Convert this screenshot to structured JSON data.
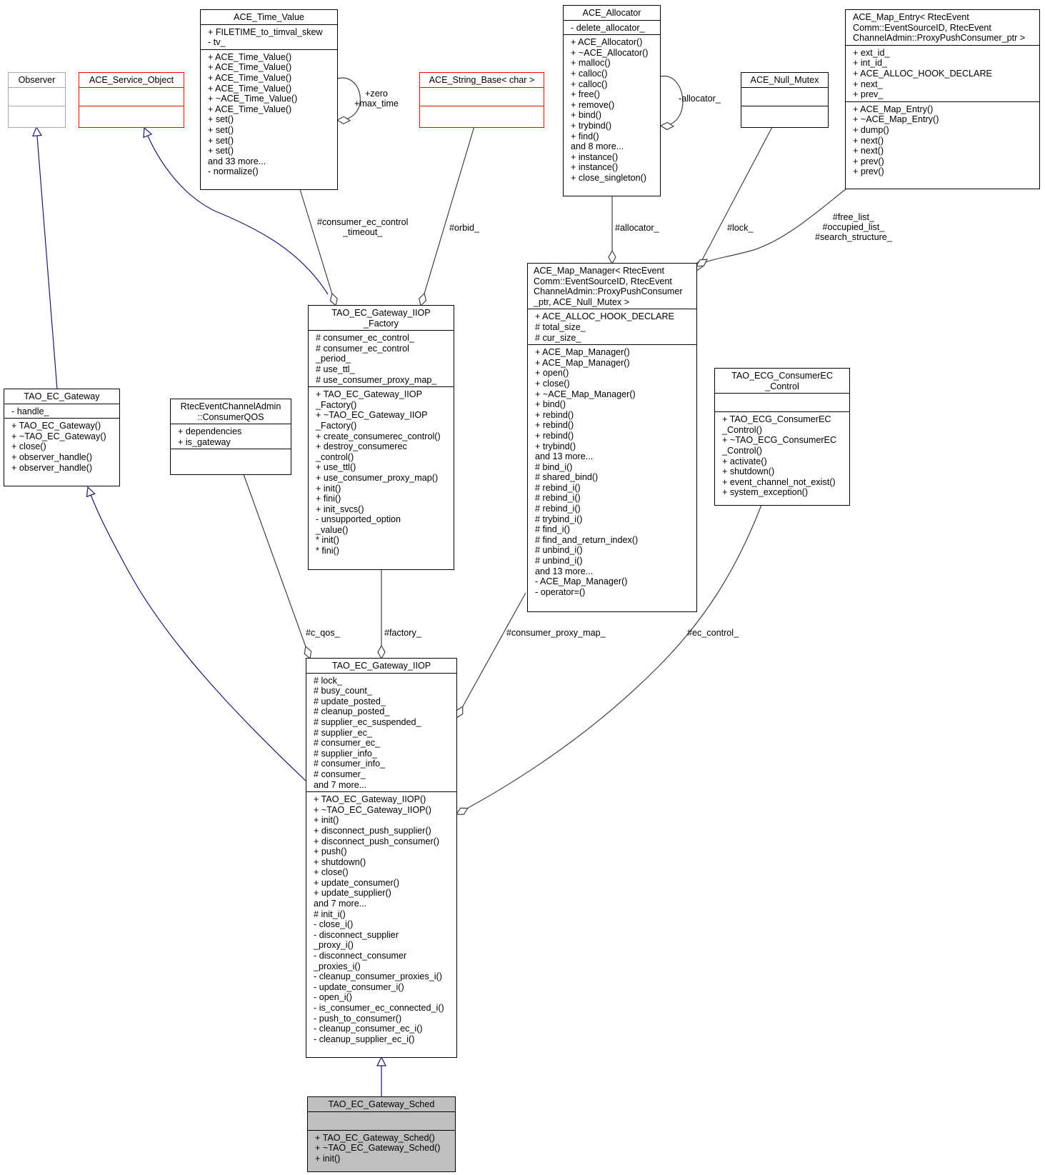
{
  "classes": {
    "observer": {
      "name": "Observer",
      "attributes": "",
      "methods": ""
    },
    "ace_service_object": {
      "name": "ACE_Service_Object",
      "attributes": "",
      "methods": ""
    },
    "ace_time_value": {
      "name": "ACE_Time_Value",
      "attributes": "+ FILETIME_to_timval_skew\n- tv_",
      "methods": "+ ACE_Time_Value()\n+ ACE_Time_Value()\n+ ACE_Time_Value()\n+ ACE_Time_Value()\n+ ~ACE_Time_Value()\n+ ACE_Time_Value()\n+ set()\n+ set()\n+ set()\n+ set()\nand 33 more...\n- normalize()"
    },
    "ace_string_base": {
      "name": "ACE_String_Base< char >",
      "attributes": "",
      "methods": ""
    },
    "ace_allocator": {
      "name": "ACE_Allocator",
      "attributes": "- delete_allocator_",
      "methods": "+ ACE_Allocator()\n+ ~ACE_Allocator()\n+ malloc()\n+ calloc()\n+ calloc()\n+ free()\n+ remove()\n+ bind()\n+ trybind()\n+ find()\nand 8 more...\n+ instance()\n+ instance()\n+ close_singleton()"
    },
    "ace_null_mutex": {
      "name": "ACE_Null_Mutex",
      "attributes": "",
      "methods": ""
    },
    "ace_map_entry": {
      "name": "ACE_Map_Entry< RtecEvent\nComm::EventSourceID, RtecEvent\nChannelAdmin::ProxyPushConsumer_ptr >",
      "attributes": "+ ext_id_\n+ int_id_\n+ ACE_ALLOC_HOOK_DECLARE\n+ next_\n+ prev_",
      "methods": "+ ACE_Map_Entry()\n+ ~ACE_Map_Entry()\n+ dump()\n+ next()\n+ next()\n+ prev()\n+ prev()"
    },
    "tao_ec_gateway": {
      "name": "TAO_EC_Gateway",
      "attributes": "- handle_",
      "methods": "+ TAO_EC_Gateway()\n+ ~TAO_EC_Gateway()\n+ close()\n+ observer_handle()\n+ observer_handle()"
    },
    "consumer_qos": {
      "name": "RtecEventChannelAdmin\n::ConsumerQOS",
      "attributes": "+ dependencies\n+ is_gateway",
      "methods": ""
    },
    "iiop_factory": {
      "name": "TAO_EC_Gateway_IIOP\n_Factory",
      "attributes": "# consumer_ec_control_\n# consumer_ec_control\n_period_\n# use_ttl_\n# use_consumer_proxy_map_",
      "methods": "+ TAO_EC_Gateway_IIOP\n_Factory()\n+ ~TAO_EC_Gateway_IIOP\n_Factory()\n+ create_consumerec_control()\n+ destroy_consumerec\n_control()\n+ use_ttl()\n+ use_consumer_proxy_map()\n+ init()\n+ fini()\n+ init_svcs()\n- unsupported_option\n_value()\n* init()\n* fini()"
    },
    "ace_map_manager": {
      "name": "ACE_Map_Manager< RtecEvent\nComm::EventSourceID, RtecEvent\nChannelAdmin::ProxyPushConsumer\n_ptr, ACE_Null_Mutex >",
      "attributes": "+ ACE_ALLOC_HOOK_DECLARE\n# total_size_\n# cur_size_",
      "methods": "+ ACE_Map_Manager()\n+ ACE_Map_Manager()\n+ open()\n+ close()\n+ ~ACE_Map_Manager()\n+ bind()\n+ rebind()\n+ rebind()\n+ rebind()\n+ trybind()\nand 13 more...\n# bind_i()\n# shared_bind()\n# rebind_i()\n# rebind_i()\n# rebind_i()\n# trybind_i()\n# find_i()\n# find_and_return_index()\n# unbind_i()\n# unbind_i()\nand 13 more...\n- ACE_Map_Manager()\n- operator=()"
    },
    "consumer_ec_control": {
      "name": "TAO_ECG_ConsumerEC\n_Control",
      "attributes": "",
      "methods": "+ TAO_ECG_ConsumerEC\n_Control()\n+ ~TAO_ECG_ConsumerEC\n_Control()\n+ activate()\n+ shutdown()\n+ event_channel_not_exist()\n+ system_exception()"
    },
    "gateway_iiop": {
      "name": "TAO_EC_Gateway_IIOP",
      "attributes": "# lock_\n# busy_count_\n# update_posted_\n# cleanup_posted_\n# supplier_ec_suspended_\n# supplier_ec_\n# consumer_ec_\n# supplier_info_\n# consumer_info_\n# consumer_\nand 7 more...",
      "methods": "+ TAO_EC_Gateway_IIOP()\n+ ~TAO_EC_Gateway_IIOP()\n+ init()\n+ disconnect_push_supplier()\n+ disconnect_push_consumer()\n+ push()\n+ shutdown()\n+ close()\n+ update_consumer()\n+ update_supplier()\nand 7 more...\n# init_i()\n- close_i()\n- disconnect_supplier\n_proxy_i()\n- disconnect_consumer\n_proxies_i()\n- cleanup_consumer_proxies_i()\n- update_consumer_i()\n- open_i()\n- is_consumer_ec_connected_i()\n- push_to_consumer()\n- cleanup_consumer_ec_i()\n- cleanup_supplier_ec_i()"
    },
    "gateway_sched": {
      "name": "TAO_EC_Gateway_Sched",
      "attributes": "",
      "methods": "+ TAO_EC_Gateway_Sched()\n+ ~TAO_EC_Gateway_Sched()\n+ init()"
    }
  },
  "edge_labels": {
    "zero_max_time": "+zero\n+max_time",
    "allocator_self": "-allocator_",
    "consumer_ec_control_timeout": "#consumer_ec_control\n_timeout_",
    "orbid": "#orbid_",
    "allocator": "#allocator_",
    "lock": "#lock_",
    "free_list": "#free_list_\n#occupied_list_\n#search_structure_",
    "c_qos": "#c_qos_",
    "factory": "#factory_",
    "consumer_proxy_map": "#consumer_proxy_map_",
    "ec_control": "#ec_control_"
  },
  "colors": {
    "inheritance": "#191970",
    "association": "#404040",
    "highlight_fill": "#bfbfbf",
    "undocumented_border": "#ff0000",
    "external_border": "#a8a8a8"
  }
}
